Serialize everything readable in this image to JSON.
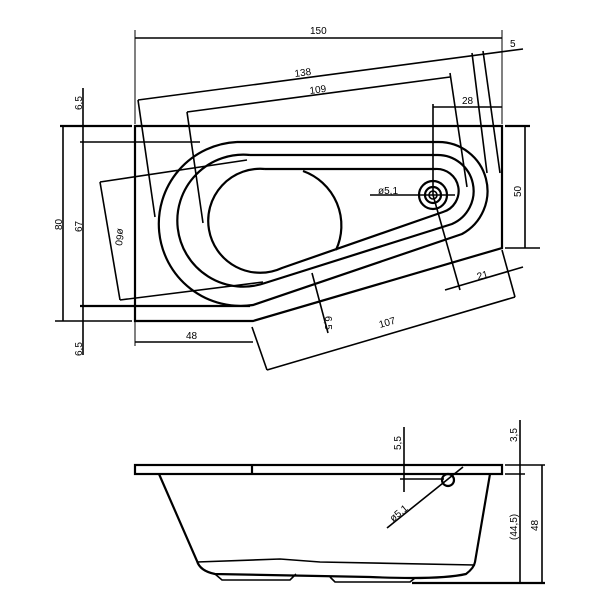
{
  "top_view": {
    "dims": {
      "overall_length": "150",
      "offset_5": "5",
      "length_138": "138",
      "length_109": "109",
      "drain_offset_28": "28",
      "width_80": "80",
      "width_67": "67",
      "rim_top_6_5": "6,5",
      "rim_bottom_6_5": "6,5",
      "width_50": "50",
      "length_48": "48",
      "diag_107": "107",
      "dist_21": "21",
      "rim_inner_6_5": "6,5",
      "diameter_60": "ø60",
      "drain_diameter": "ø5,1"
    }
  },
  "side_view": {
    "dims": {
      "overflow_5_5": "5,5",
      "rim_3_5": "3,5",
      "depth_44_5": "(44,5)",
      "height_48": "48",
      "overflow_diameter": "ø5,1"
    }
  }
}
